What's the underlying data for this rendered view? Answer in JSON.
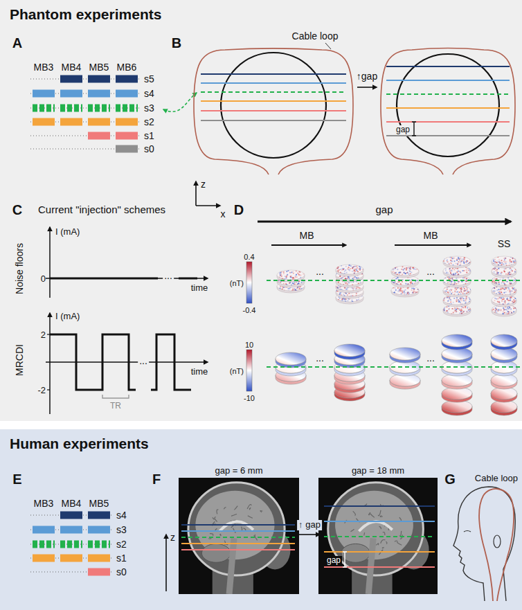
{
  "diagram": {
    "nodes": [
      {
        "text": [
          "Phantom experiments"
        ]
      },
      {
        "text": [
          "Human experiments"
        ]
      }
    ],
    "edges": [],
    "labels": [
      "A",
      "MB3",
      "MB4",
      "MB5",
      "MB6",
      "s5",
      "s4",
      "s3",
      "s2",
      "s1",
      "s0",
      "B",
      "Cable loop",
      "↑gap",
      "gap",
      "z",
      "x",
      "C",
      "Current \"injection\" schemes",
      "D",
      "gap",
      "MB",
      "MB",
      "SS",
      "Noise floors",
      "I (mA)",
      "0",
      "...",
      "time",
      "0.4",
      "(nT)",
      "-0.4",
      "...",
      "...",
      "MRCDI",
      "I (mA)",
      "2",
      "-2",
      "...",
      "TR",
      "time",
      "10",
      "(nT)",
      "-10",
      "...",
      "...",
      "E",
      "MB3",
      "MB4",
      "MB5",
      "s4",
      "s3",
      "s2",
      "s1",
      "s0",
      "F",
      "gap = 6 mm",
      "gap = 18 mm",
      "↑ gap",
      "gap",
      "z",
      "G",
      "Cable loop"
    ]
  }
}
